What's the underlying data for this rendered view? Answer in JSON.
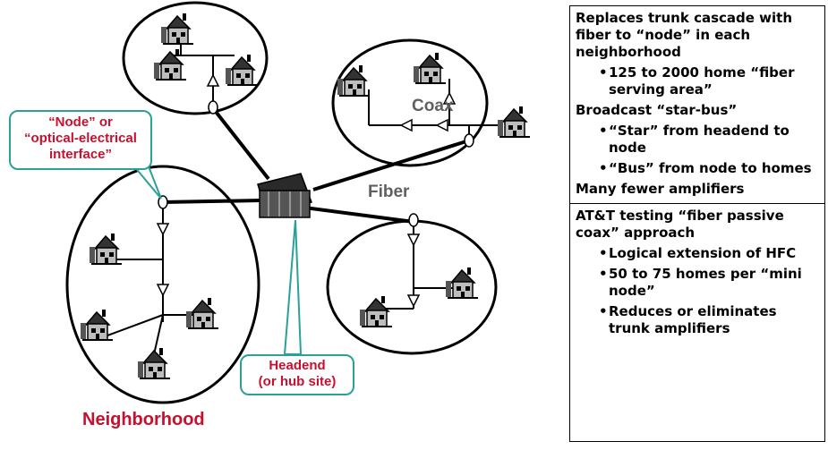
{
  "diagram": {
    "labels": {
      "node_callout_line1": "“Node” or",
      "node_callout_line2": "“optical-electrical",
      "node_callout_line3": "interface”",
      "coax": "Coax",
      "fiber": "Fiber",
      "headend_line1": "Headend",
      "headend_line2": "(or hub site)",
      "neighborhood": "Neighborhood"
    },
    "colors": {
      "accent_red": "#c8102e",
      "callout_border": "#2aa198",
      "label_gray": "#606060"
    }
  },
  "panel": {
    "section1": {
      "heading1": "Replaces trunk cascade with fiber to “node” in each neighborhood",
      "bullet1": "125 to 2000 home “fiber serving area”",
      "heading2": "Broadcast “star-bus”",
      "bullet2": "“Star” from headend to node",
      "bullet3": "“Bus” from node to homes",
      "heading3": "Many fewer amplifiers"
    },
    "section2": {
      "heading1": "AT&T testing “fiber passive coax” approach",
      "bullet1": "Logical extension of HFC",
      "bullet2": "50 to 75 homes per “mini node”",
      "bullet3": "Reduces or eliminates trunk amplifiers"
    }
  }
}
